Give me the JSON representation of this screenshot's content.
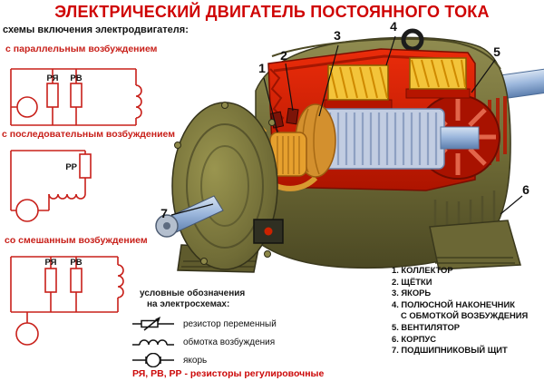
{
  "title": "ЭЛЕКТРИЧЕСКИЙ ДВИГАТЕЛЬ ПОСТОЯННОГО ТОКА",
  "schemes": {
    "heading": "схемы включения электродвигателя:",
    "parallel": {
      "label": "с параллельным возбуждением",
      "r1": "РЯ",
      "r2": "РВ"
    },
    "series": {
      "label": "с последовательным возбуждением",
      "r1": "РР"
    },
    "mixed": {
      "label": "со смешанным возбуждением",
      "r1": "РЯ",
      "r2": "РВ"
    }
  },
  "callouts": {
    "n1": "1",
    "n2": "2",
    "n3": "3",
    "n4": "4",
    "n5": "5",
    "n6": "6",
    "n7": "7"
  },
  "legend": {
    "lines": [
      "1. КОЛЛЕКТОР",
      "2. ЩЁТКИ",
      "3. ЯКОРЬ",
      "4. ПОЛЮСНОЙ НАКОНЕЧНИК",
      "С ОБМОТКОЙ ВОЗБУЖДЕНИЯ",
      "5. ВЕНТИЛЯТОР",
      "6. КОРПУС",
      "7. ПОДШИПНИКОВЫЙ ЩИТ"
    ]
  },
  "symbols": {
    "heading_line1": "условные обозначения",
    "heading_line2": "на электросхемах:",
    "variable_resistor": "резистор переменный",
    "field_winding": "обмотка возбуждения",
    "armature": "якорь",
    "note": "РЯ, РВ, РР - резисторы регулировочные"
  },
  "colors": {
    "title_red": "#cf0202",
    "scheme_red": "#c8201a",
    "body_olive": "#6f6b36",
    "stator_red": "#d42104",
    "coil_yellow": "#f3c43a",
    "copper": "#d3902e",
    "shaft_blue": "#9db8dd"
  }
}
